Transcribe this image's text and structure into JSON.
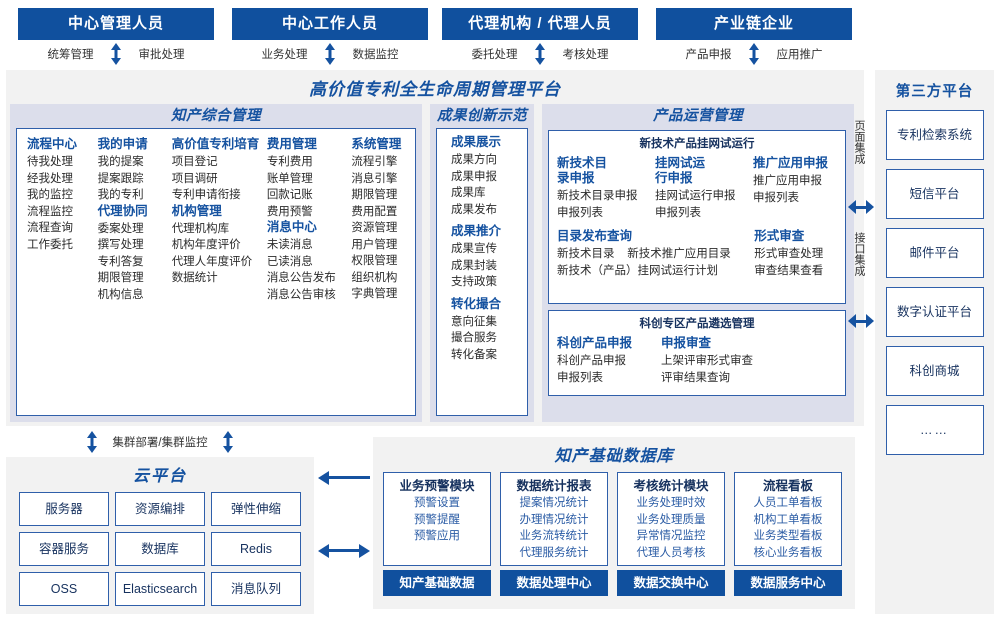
{
  "roles": [
    {
      "title": "中心管理人员",
      "actions": [
        "统筹管理",
        "审批处理"
      ]
    },
    {
      "title": "中心工作人员",
      "actions": [
        "业务处理",
        "数据监控"
      ]
    },
    {
      "title": "代理机构 / 代理人员",
      "actions": [
        "委托处理",
        "考核处理"
      ]
    },
    {
      "title": "产业链企业",
      "actions": [
        "产品申报",
        "应用推广"
      ]
    }
  ],
  "platform": {
    "title": "高价值专利全生命周期管理平台",
    "zoneA": {
      "title": "知产综合管理",
      "columns": [
        {
          "groups": [
            {
              "head": "流程中心",
              "items": [
                "待我处理",
                "经我处理",
                "我的监控",
                "流程监控",
                "流程查询",
                "工作委托"
              ]
            }
          ]
        },
        {
          "groups": [
            {
              "head": "我的申请",
              "items": [
                "我的提案",
                "提案跟踪",
                "我的专利"
              ]
            },
            {
              "head": "代理协同",
              "items": [
                "委案处理",
                "撰写处理",
                "专利答复",
                "期限管理",
                "机构信息"
              ]
            }
          ]
        },
        {
          "groups": [
            {
              "head": "高价值专利培育",
              "items": [
                "项目登记",
                "项目调研",
                "专利申请衔接"
              ]
            },
            {
              "head": "机构管理",
              "items": [
                "代理机构库",
                "机构年度评价",
                "代理人年度评价",
                "数据统计"
              ]
            }
          ]
        },
        {
          "groups": [
            {
              "head": "费用管理",
              "items": [
                "专利费用",
                "账单管理",
                "回款记账",
                "费用预警"
              ]
            },
            {
              "head": "消息中心",
              "items": [
                "未读消息",
                "已读消息",
                "消息公告发布",
                "消息公告审核"
              ]
            }
          ]
        },
        {
          "groups": [
            {
              "head": "系统管理",
              "items": [
                "流程引擎",
                "消息引擎",
                "期限管理",
                "费用配置",
                "资源管理",
                "用户管理",
                "权限管理",
                "组织机构",
                "字典管理"
              ]
            }
          ]
        }
      ]
    },
    "zoneB": {
      "title": "成果创新示范",
      "groups": [
        {
          "head": "成果展示",
          "items": [
            "成果方向",
            "成果申报",
            "成果库",
            "成果发布"
          ]
        },
        {
          "head": "成果推介",
          "items": [
            "成果宣传",
            "成果封装",
            "支持政策"
          ]
        },
        {
          "head": "转化撮合",
          "items": [
            "意向征集",
            "撮合服务",
            "转化备案"
          ]
        }
      ]
    },
    "zoneC": {
      "title": "产品运营管理",
      "box1": {
        "head": "新技术产品挂网试运行",
        "row1": [
          {
            "head": "新技术目录申报",
            "items": [
              "新技术目录申报",
              "申报列表"
            ]
          },
          {
            "head": "挂网试运行申报",
            "items": [
              "挂网试运行申报",
              "申报列表"
            ]
          },
          {
            "head": "推广应用申报",
            "items": [
              "推广应用申报",
              "申报列表"
            ]
          }
        ],
        "row2": [
          {
            "head": "目录发布查询",
            "items": [
              "新技术目录",
              "新技术推广应用目录",
              "新技术（产品）挂网试运行计划"
            ]
          },
          {
            "head": "形式审查",
            "items": [
              "形式审查处理",
              "审查结果查看"
            ]
          }
        ]
      },
      "box2": {
        "head": "科创专区产品遴选管理",
        "cols": [
          {
            "head": "科创产品申报",
            "items": [
              "科创产品申报",
              "申报列表"
            ]
          },
          {
            "head": "申报审查",
            "items": [
              "上架评审形式审查",
              "评审结果查询"
            ]
          }
        ]
      }
    }
  },
  "integration": {
    "page_label": "页面集成",
    "api_label": "接口集成"
  },
  "third_party": {
    "title": "第三方平台",
    "items": [
      "专利检索系统",
      "短信平台",
      "邮件平台",
      "数字认证平台",
      "科创商城",
      "……"
    ]
  },
  "cloud": {
    "cluster_label": "集群部署/集群监控",
    "title": "云平台",
    "items": [
      "服务器",
      "资源编排",
      "弹性伸缩",
      "容器服务",
      "数据库",
      "Redis",
      "OSS",
      "Elasticsearch",
      "消息队列"
    ]
  },
  "database": {
    "title": "知产基础数据库",
    "columns": [
      {
        "head": "业务预警模块",
        "items": [
          "预警设置",
          "预警提醒",
          "预警应用"
        ],
        "footer": "知产基础数据"
      },
      {
        "head": "数据统计报表",
        "items": [
          "提案情况统计",
          "办理情况统计",
          "业务流转统计",
          "代理服务统计"
        ],
        "footer": "数据处理中心"
      },
      {
        "head": "考核统计模块",
        "items": [
          "业务处理时效",
          "业务处理质量",
          "异常情况监控",
          "代理人员考核"
        ],
        "footer": "数据交换中心"
      },
      {
        "head": "流程看板",
        "items": [
          "人员工单看板",
          "机构工单看板",
          "业务类型看板",
          "核心业务看板"
        ],
        "footer": "数据服务中心"
      }
    ]
  },
  "colors": {
    "brand_blue": "#10509e",
    "accent_blue": "#1552a0",
    "panel_gray": "#f2f2f2",
    "zone_lavender": "#dcdeeb",
    "border_blue": "#2f5faa"
  }
}
